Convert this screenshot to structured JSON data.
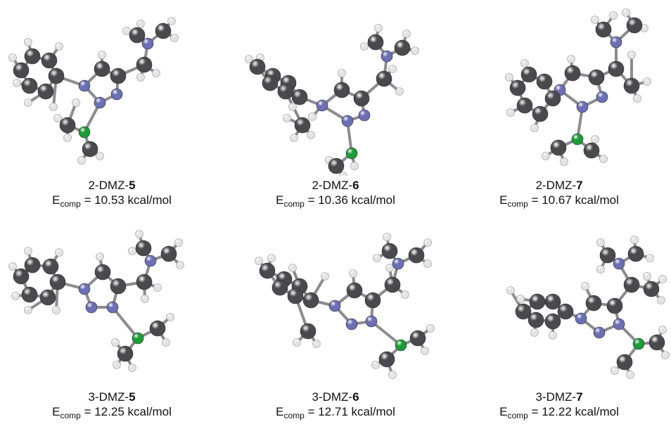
{
  "panels": [
    {
      "prefix": "2-DMZ-",
      "suffix": "5",
      "e_symbol": "E",
      "e_sub": "comp",
      "energy": "= 10.53 kcal/mol",
      "kind": "a2"
    },
    {
      "prefix": "2-DMZ-",
      "suffix": "6",
      "e_symbol": "E",
      "e_sub": "comp",
      "energy": "= 10.36 kcal/mol",
      "kind": "b2"
    },
    {
      "prefix": "2-DMZ-",
      "suffix": "7",
      "e_symbol": "E",
      "e_sub": "comp",
      "energy": "= 10.67 kcal/mol",
      "kind": "c2"
    },
    {
      "prefix": "3-DMZ-",
      "suffix": "5",
      "e_symbol": "E",
      "e_sub": "comp",
      "energy": "= 12.25 kcal/mol",
      "kind": "a3"
    },
    {
      "prefix": "3-DMZ-",
      "suffix": "6",
      "e_symbol": "E",
      "e_sub": "comp",
      "energy": "= 12.71 kcal/mol",
      "kind": "b3"
    },
    {
      "prefix": "3-DMZ-",
      "suffix": "7",
      "e_symbol": "E",
      "e_sub": "comp",
      "energy": "= 12.22 kcal/mol",
      "kind": "c3"
    }
  ],
  "atom_colors": {
    "carbon": "#4a4a4e",
    "nitrogen": "#6d6fb3",
    "zinc": "#1f9a3a",
    "hydrogen": "#e4e4e4"
  }
}
